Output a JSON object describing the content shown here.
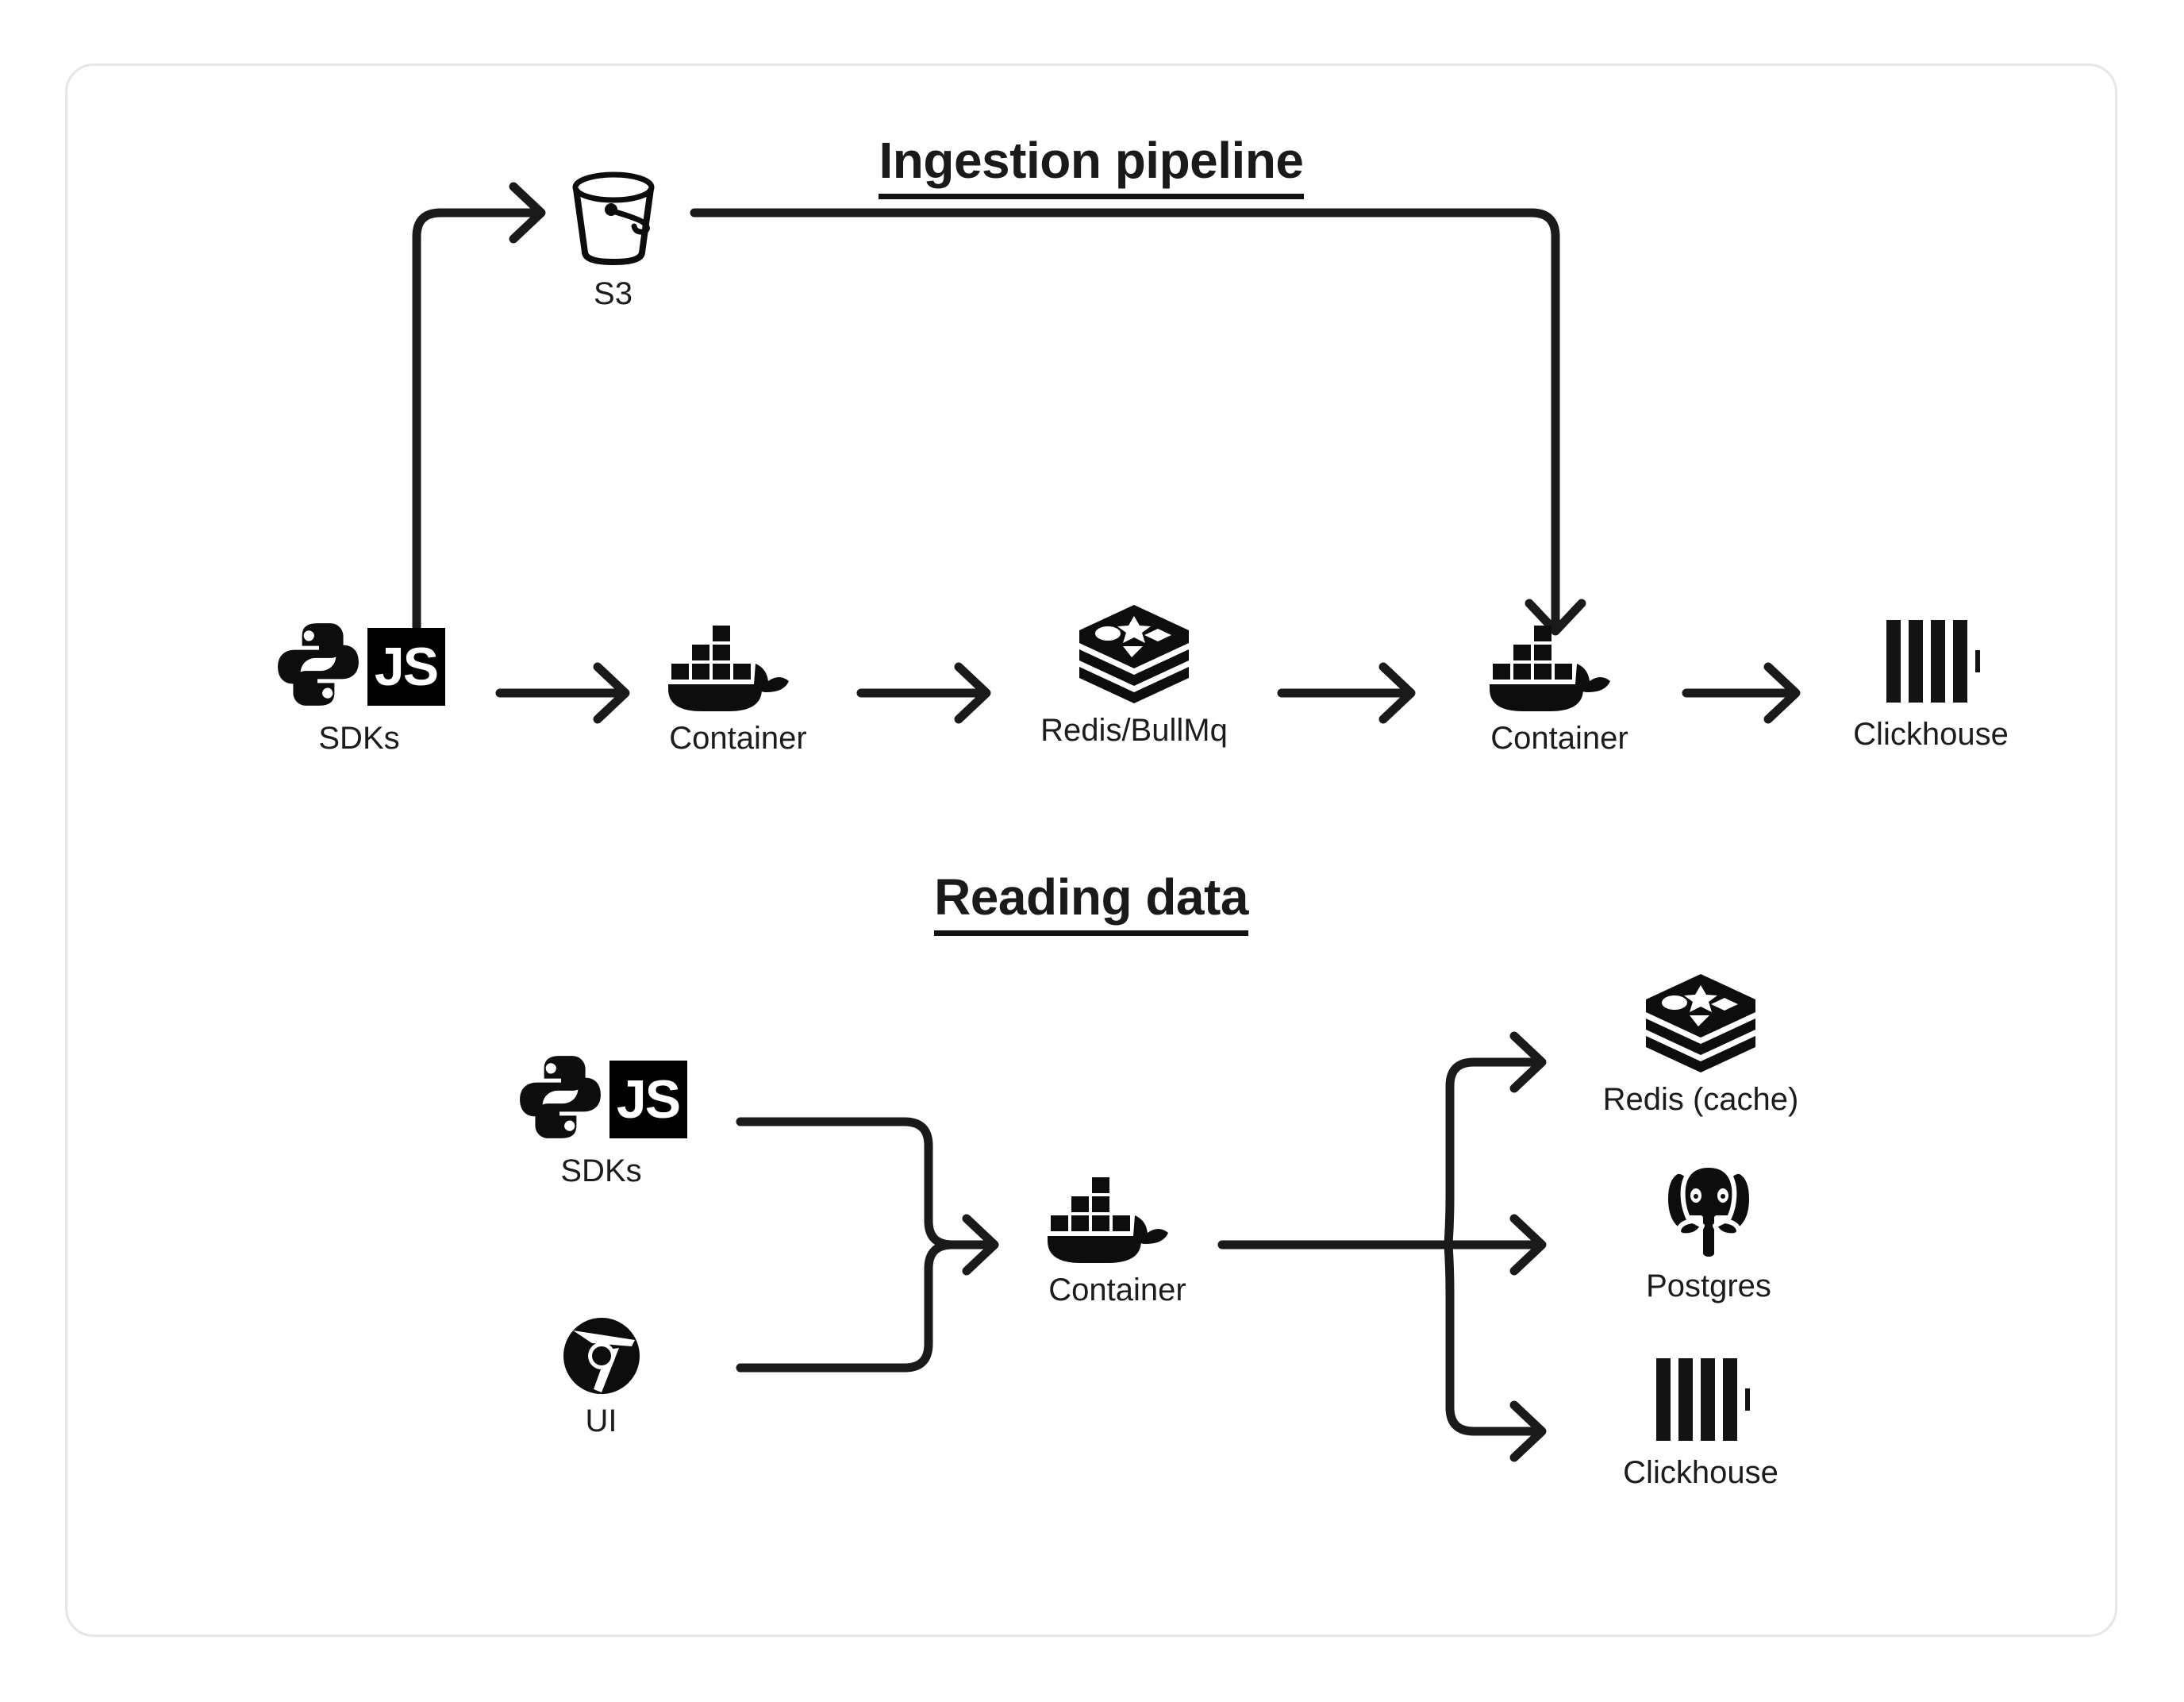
{
  "card": {
    "border_color": "#e6e6e6",
    "background": "#ffffff"
  },
  "sections": [
    {
      "id": "ingestion",
      "title": "Ingestion pipeline",
      "nodes": [
        {
          "id": "sdks",
          "label": "SDKs",
          "icon": "python-js-sdk-icon"
        },
        {
          "id": "container1",
          "label": "Container",
          "icon": "docker-icon"
        },
        {
          "id": "redis",
          "label": "Redis/BullMq",
          "icon": "redis-icon"
        },
        {
          "id": "container2",
          "label": "Container",
          "icon": "docker-icon"
        },
        {
          "id": "clickhouse",
          "label": "Clickhouse",
          "icon": "clickhouse-icon"
        },
        {
          "id": "s3",
          "label": "S3",
          "icon": "bucket-icon"
        }
      ],
      "edges": [
        {
          "from": "sdks",
          "to": "container1",
          "style": "straight-arrow"
        },
        {
          "from": "container1",
          "to": "s3",
          "style": "up-right-arrow"
        },
        {
          "from": "s3",
          "to": "container2",
          "style": "right-down-arrow"
        },
        {
          "from": "container1",
          "to": "redis",
          "style": "straight-arrow"
        },
        {
          "from": "redis",
          "to": "container2",
          "style": "straight-arrow"
        },
        {
          "from": "container2",
          "to": "clickhouse",
          "style": "straight-arrow"
        }
      ]
    },
    {
      "id": "reading",
      "title": "Reading data",
      "nodes": [
        {
          "id": "sdks",
          "label": "SDKs",
          "icon": "python-js-sdk-icon"
        },
        {
          "id": "ui",
          "label": "UI",
          "icon": "chrome-icon"
        },
        {
          "id": "container",
          "label": "Container",
          "icon": "docker-icon"
        },
        {
          "id": "rediscache",
          "label": "Redis (cache)",
          "icon": "redis-icon"
        },
        {
          "id": "postgres",
          "label": "Postgres",
          "icon": "postgres-icon"
        },
        {
          "id": "clickhouse",
          "label": "Clickhouse",
          "icon": "clickhouse-icon"
        }
      ],
      "edges": [
        {
          "from": "sdks",
          "to": "container",
          "style": "merge-from-top"
        },
        {
          "from": "ui",
          "to": "container",
          "style": "merge-from-bottom"
        },
        {
          "from": "container",
          "to": "rediscache",
          "style": "fan-up-arrow"
        },
        {
          "from": "container",
          "to": "postgres",
          "style": "fan-straight-arrow"
        },
        {
          "from": "container",
          "to": "clickhouse",
          "style": "fan-down-arrow"
        }
      ]
    }
  ],
  "icons": {
    "js_badge_text": "JS"
  },
  "colors": {
    "ink": "#111111",
    "text": "#1c1c1c",
    "stroke": "#1a1a1a",
    "card_border": "#e6e6e6"
  }
}
